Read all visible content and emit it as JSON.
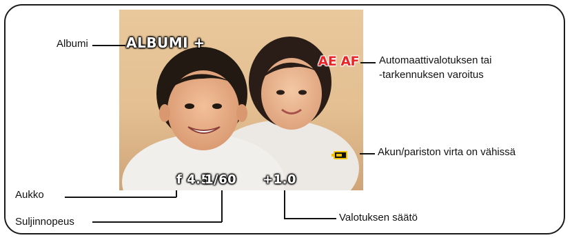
{
  "labels": {
    "album": "Albumi",
    "warning_line1": "Automaattivalotuksen tai",
    "warning_line2": "-tarkennuksen varoitus",
    "battery": "Akun/pariston virta on vähissä",
    "aperture": "Aukko",
    "shutter": "Suljinnopeus",
    "exposure": "Valotuksen säätö"
  },
  "screen": {
    "album": "ALBUMI +",
    "ae_af": "AE AF",
    "aperture": "f 4.5",
    "shutter": "1/60",
    "exposure": "+1.0"
  },
  "icons": {
    "battery": "battery-low-icon"
  },
  "colors": {
    "warning": "#e8262a",
    "battery": "#f2c200"
  }
}
